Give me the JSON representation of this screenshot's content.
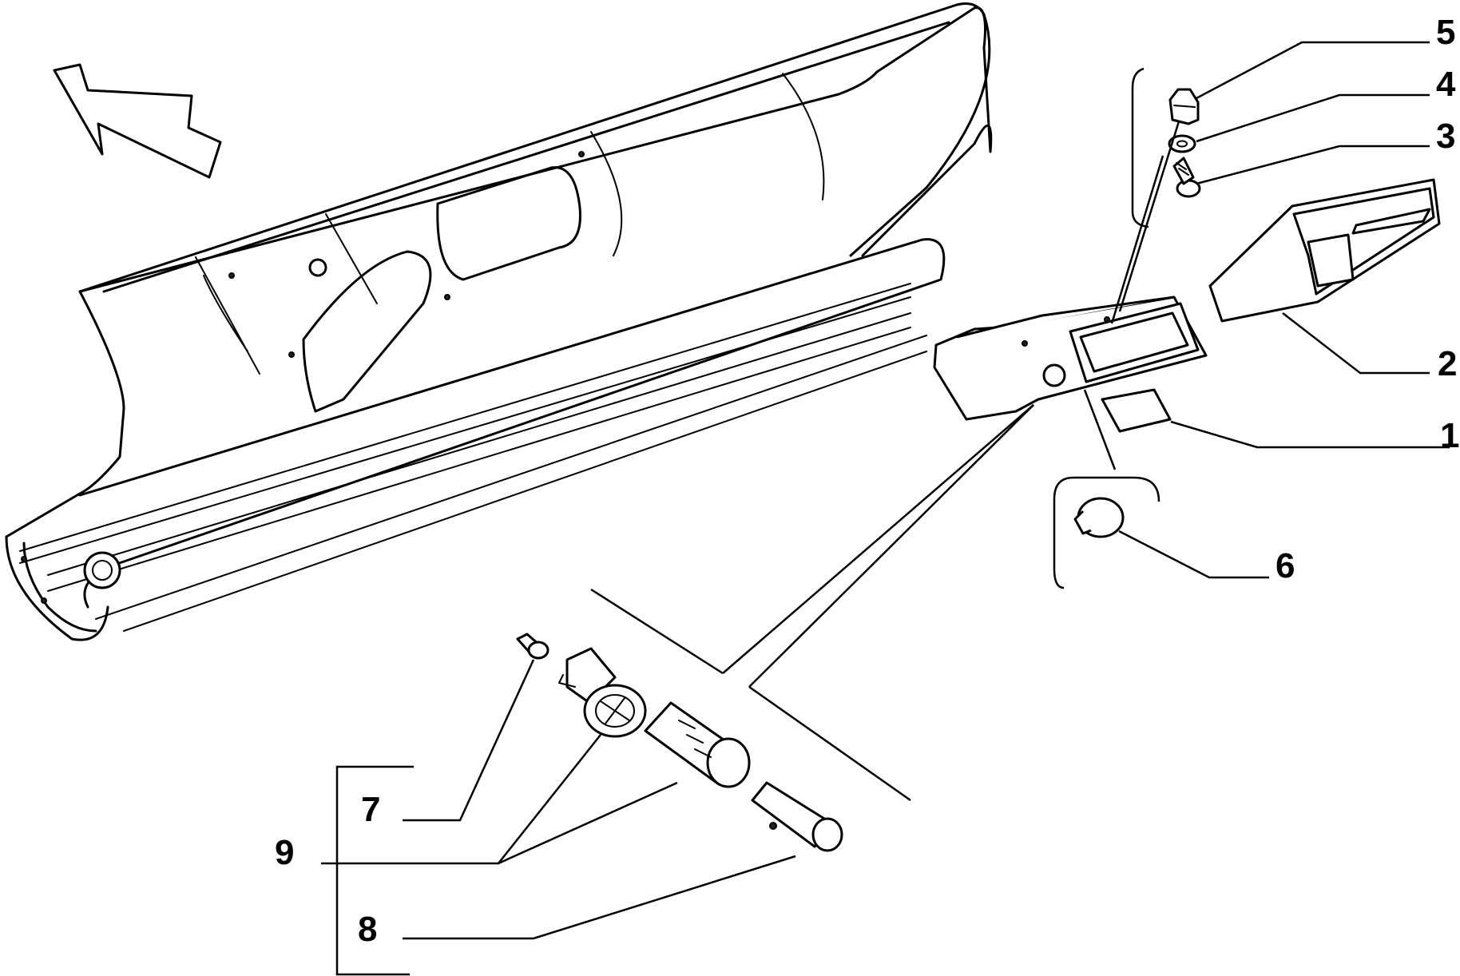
{
  "diagram": {
    "colors": {
      "stroke": "#000000",
      "background": "#ffffff"
    },
    "callouts": [
      {
        "id": "c1",
        "text": "1"
      },
      {
        "id": "c2",
        "text": "2"
      },
      {
        "id": "c3",
        "text": "3"
      },
      {
        "id": "c4",
        "text": "4"
      },
      {
        "id": "c5",
        "text": "5"
      },
      {
        "id": "c6",
        "text": "6"
      },
      {
        "id": "c7",
        "text": "7"
      },
      {
        "id": "c8",
        "text": "8"
      },
      {
        "id": "c9",
        "text": "9"
      }
    ]
  }
}
